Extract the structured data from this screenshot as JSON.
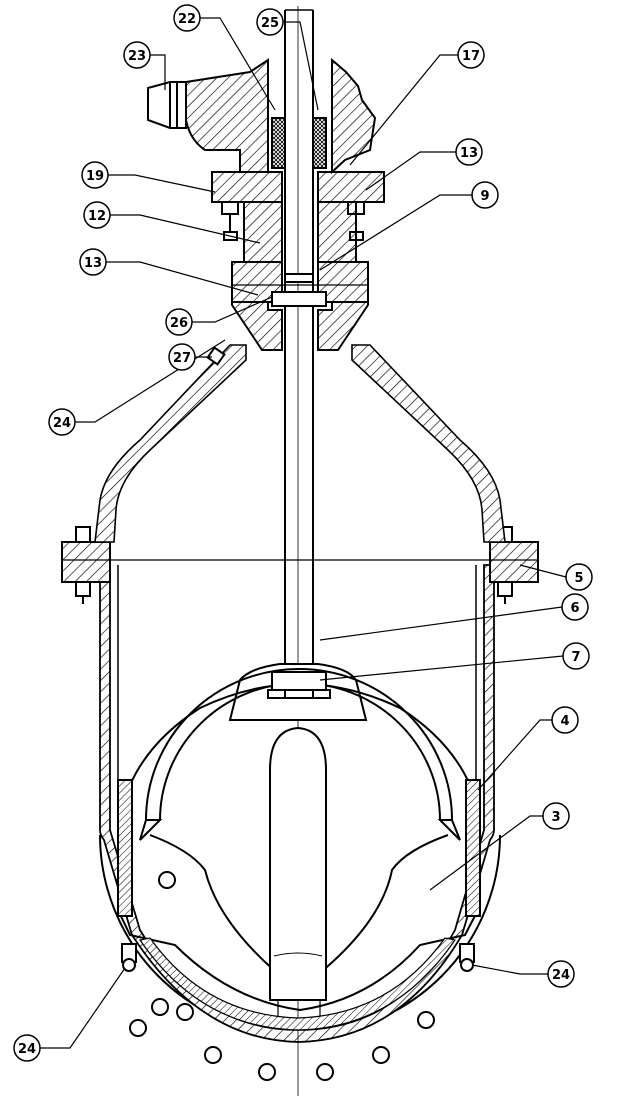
{
  "callouts": [
    {
      "id": "22",
      "label": "22"
    },
    {
      "id": "25",
      "label": "25"
    },
    {
      "id": "23",
      "label": "23"
    },
    {
      "id": "17",
      "label": "17"
    },
    {
      "id": "13a",
      "label": "13"
    },
    {
      "id": "19",
      "label": "19"
    },
    {
      "id": "9",
      "label": "9"
    },
    {
      "id": "12",
      "label": "12"
    },
    {
      "id": "13b",
      "label": "13"
    },
    {
      "id": "26",
      "label": "26"
    },
    {
      "id": "27",
      "label": "27"
    },
    {
      "id": "24a",
      "label": "24"
    },
    {
      "id": "5",
      "label": "5"
    },
    {
      "id": "6",
      "label": "6"
    },
    {
      "id": "7",
      "label": "7"
    },
    {
      "id": "4",
      "label": "4"
    },
    {
      "id": "3",
      "label": "3"
    },
    {
      "id": "24b",
      "label": "24"
    },
    {
      "id": "24c",
      "label": "24"
    }
  ],
  "colors": {
    "ink": "#000000",
    "paper": "#ffffff"
  }
}
